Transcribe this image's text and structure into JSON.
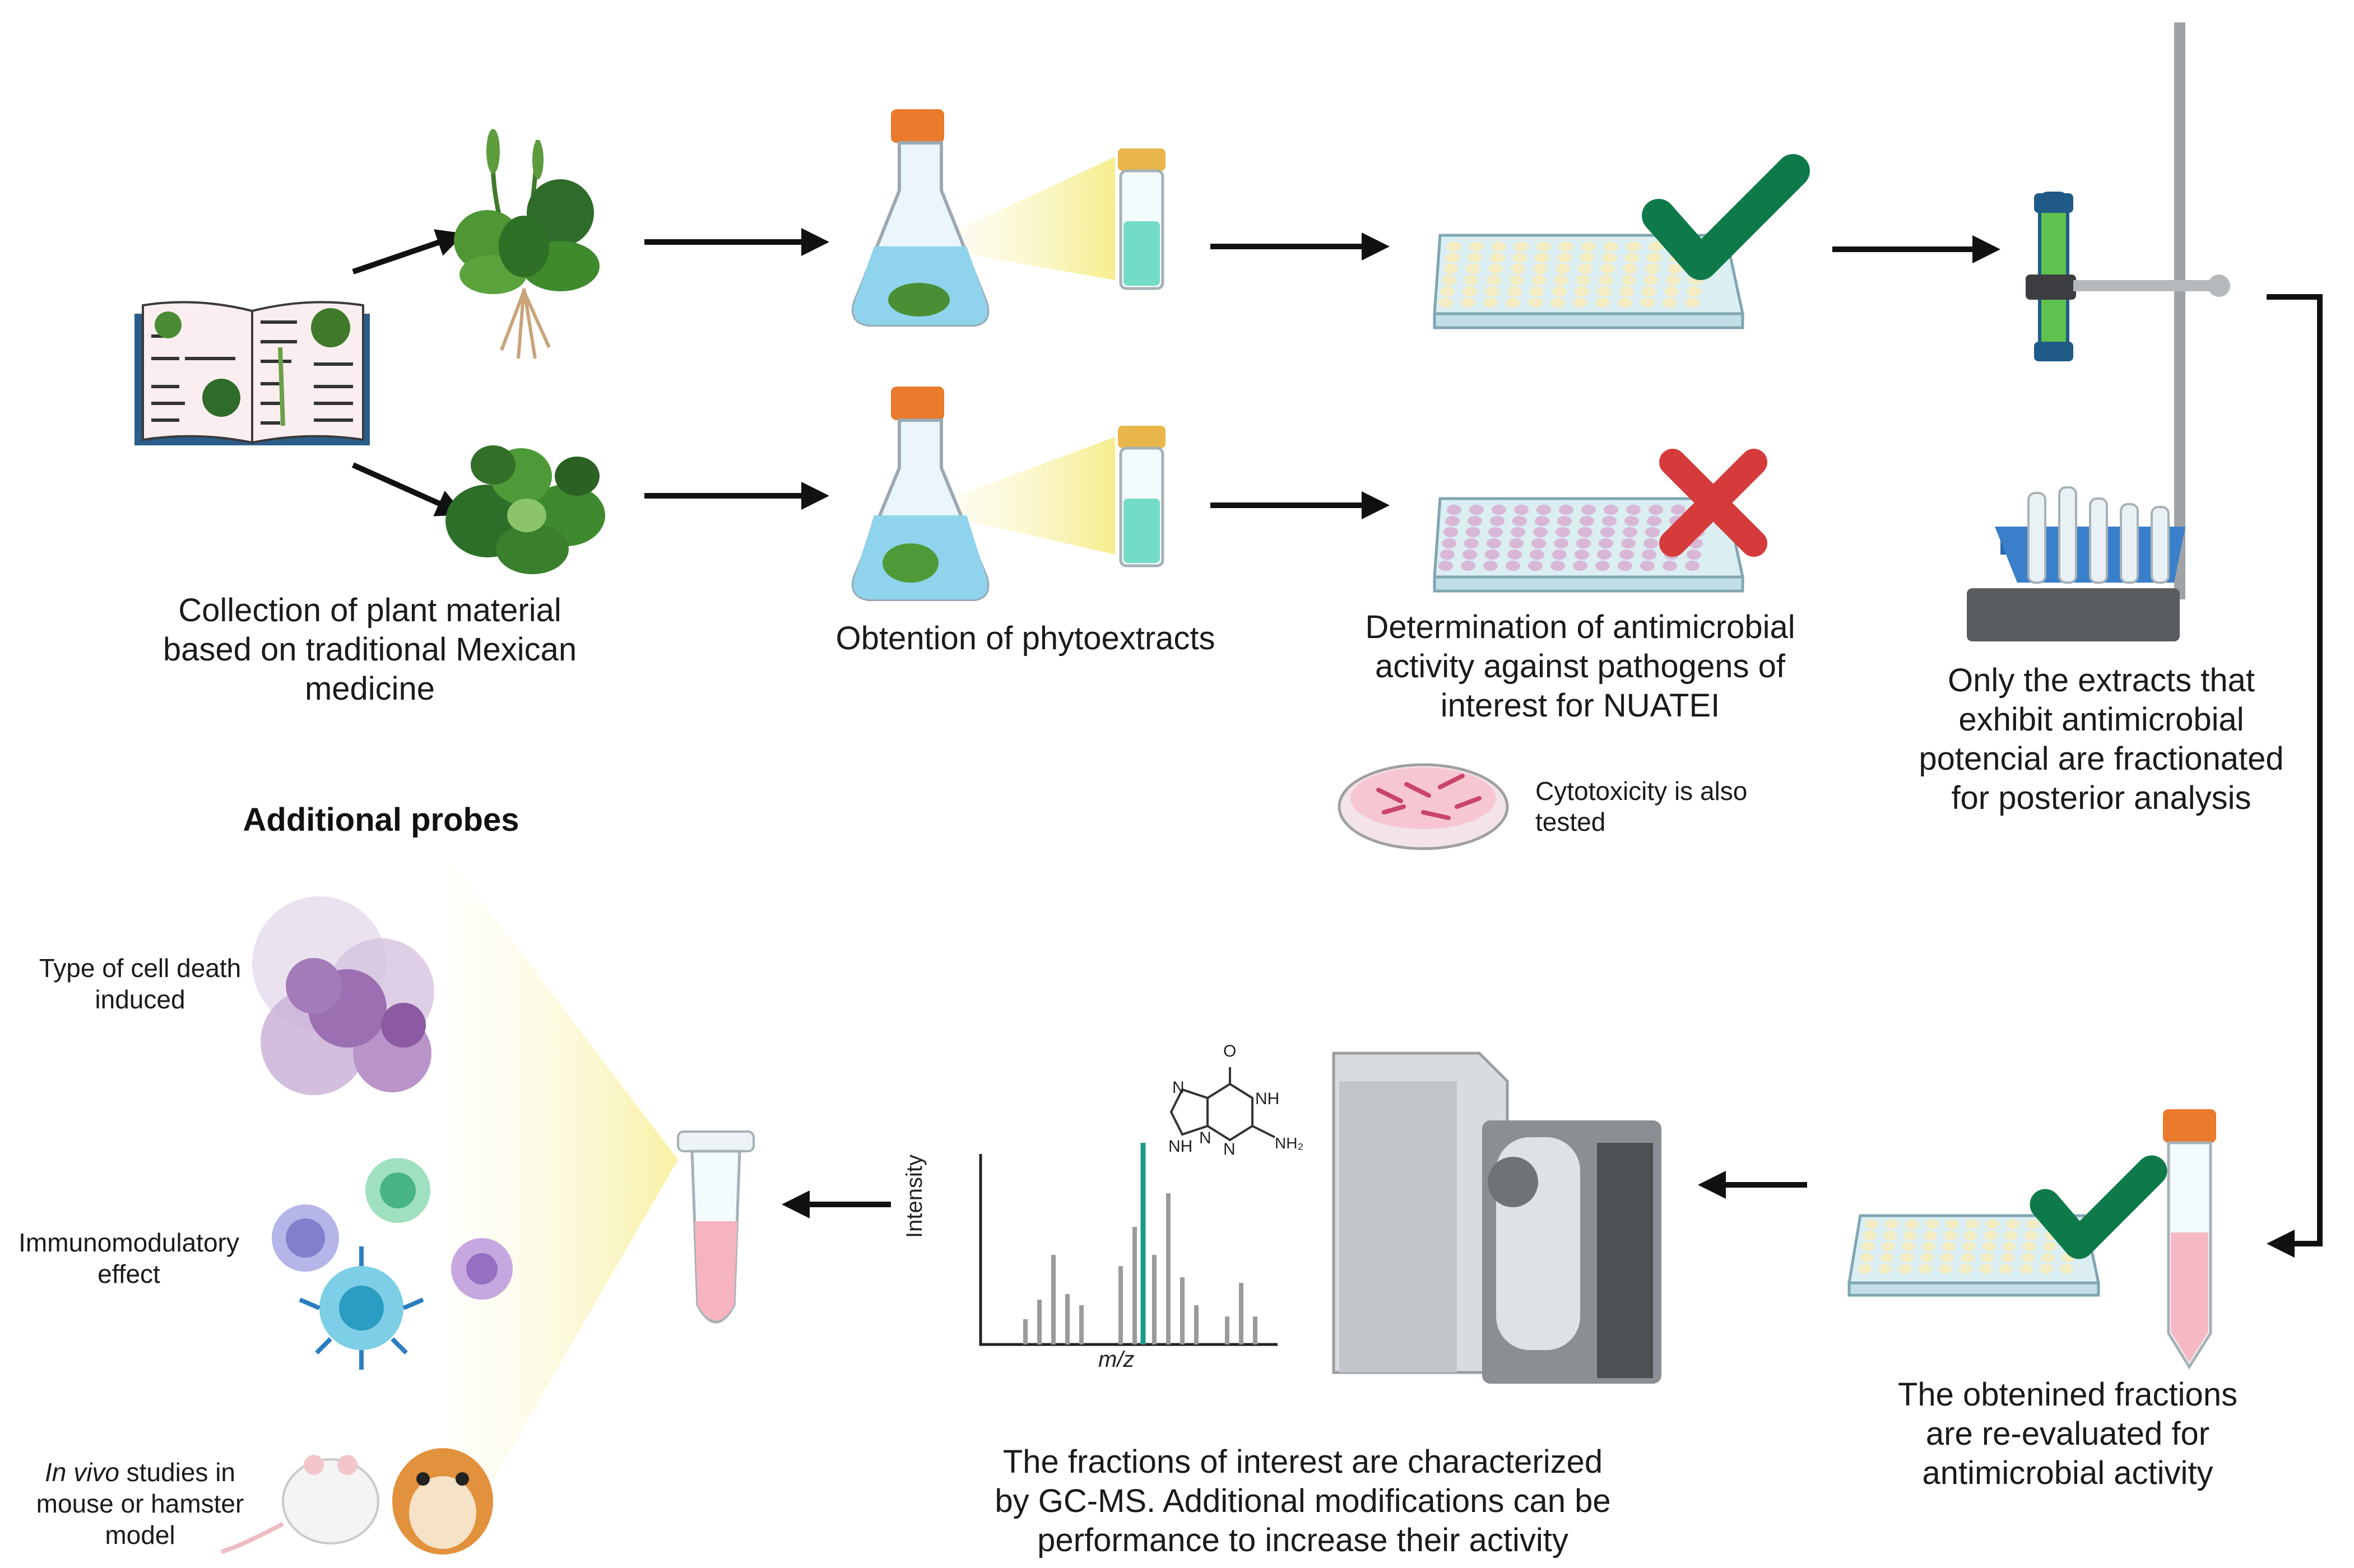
{
  "captions": {
    "collection": [
      "Collection of plant material",
      "based on traditional Mexican",
      "medicine"
    ],
    "obtention": "Obtention of phytoextracts",
    "determination": [
      "Determination of antimicrobial",
      "activity against pathogens of",
      "interest for NUATEI"
    ],
    "cytotoxicity": [
      "Cytotoxicity is also",
      "tested"
    ],
    "fractionated": [
      "Only the extracts that",
      "exhibit antimicrobial",
      "potencial are fractionated",
      "for posterior analysis"
    ],
    "reevaluated": [
      "The obtenined fractions",
      "are re-evaluated for",
      "antimicrobial activity"
    ],
    "characterized": [
      "The fractions of interest are characterized",
      "by GC-MS. Additional modifications can be",
      "performance to increase their activity"
    ]
  },
  "probes": {
    "title": "Additional probes",
    "cell_death": [
      "Type of cell death",
      "induced"
    ],
    "immuno": [
      "Immunomodulatory",
      "effect"
    ],
    "invivo_italic": "In vivo",
    "invivo_rest": " studies in",
    "invivo_lines": [
      "mouse or hamster",
      "model"
    ]
  },
  "spectrum": {
    "ylabel": "Intensity",
    "xlabel": "m/z"
  },
  "molecule": {
    "o": "O",
    "n1": "N",
    "nh1": "NH",
    "nh2": "NH",
    "n2": "N",
    "n3": "N",
    "nh2_group": "NH₂"
  },
  "colors": {
    "check": "#0e7a4a",
    "cross": "#d63b3b",
    "cap_orange": "#ea7a2c",
    "water": "#8fd3ec",
    "leaf": "#3f8a2e",
    "arrow": "#111111",
    "peak_highlight": "#1a9a8c"
  }
}
